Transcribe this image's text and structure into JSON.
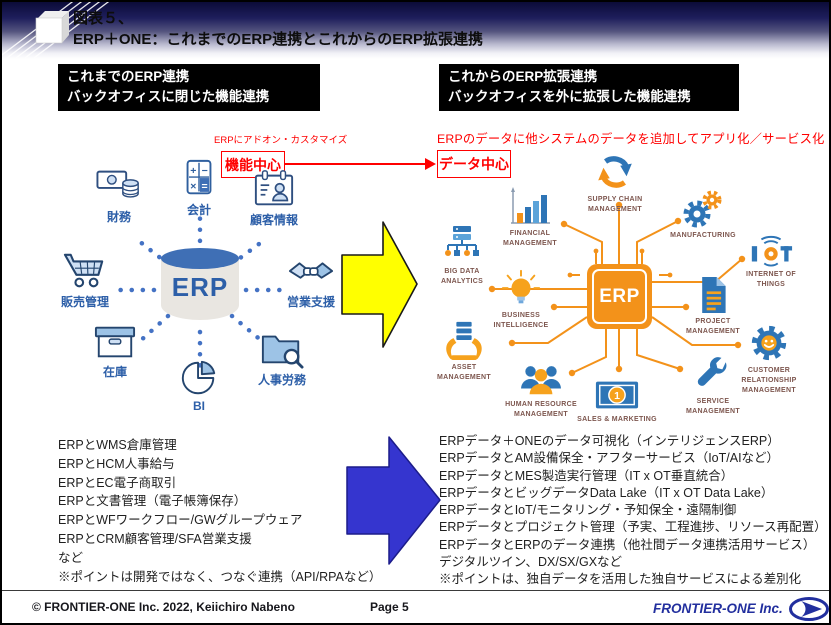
{
  "slide": {
    "header": {
      "figure_label": "図表５、",
      "title": "ERP＋ONE：これまでのERP連携とこれからのERP拡張連携"
    },
    "left": {
      "heading": "これまでのERP連携\nバックオフィスに閉じた機能連携",
      "annotation": "ERPにアドオン・カスタマイズ",
      "concept": "機能中心",
      "hub": "ERP",
      "nodes": [
        {
          "label": "会計",
          "icon": "calculator-icon"
        },
        {
          "label": "財務",
          "icon": "money-coins-icon"
        },
        {
          "label": "顧客情報",
          "icon": "customer-card-icon"
        },
        {
          "label": "販売管理",
          "icon": "shopping-cart-icon"
        },
        {
          "label": "営業支援",
          "icon": "handshake-icon"
        },
        {
          "label": "在庫",
          "icon": "storage-box-icon"
        },
        {
          "label": "人事労務",
          "icon": "folder-search-icon"
        },
        {
          "label": "BI",
          "icon": "pie-chart-icon"
        }
      ],
      "list": [
        "ERPとWMS倉庫管理",
        "ERPとHCM人事給与",
        "ERPとEC電子商取引",
        "ERPと文書管理（電子帳簿保存）",
        "ERPとWFワークフロー/GWグループウェア",
        "ERPとCRM顧客管理/SFA営業支援",
        "など",
        "※ポイントは開発ではなく、つなぐ連携（API/RPAなど）"
      ]
    },
    "right": {
      "heading": "これからのERP拡張連携\nバックオフィスを外に拡張した機能連携",
      "annotation": "ERPのデータに他システムのデータを追加してアプリ化／サービス化",
      "concept": "データ中心",
      "hub": "ERP",
      "nodes": [
        {
          "label": "SUPPLY CHAIN\nMANAGEMENT",
          "icon": "refresh-arrows-icon"
        },
        {
          "label": "FINANCIAL\nMANAGEMENT",
          "icon": "bar-chart-icon"
        },
        {
          "label": "MANUFACTURING",
          "icon": "gears-icon"
        },
        {
          "label": "BIG DATA\nANALYTICS",
          "icon": "data-tree-icon"
        },
        {
          "label": "INTERNET OF\nTHINGS",
          "icon": "iot-icon"
        },
        {
          "label": "BUSINESS\nINTELLIGENCE",
          "icon": "lightbulb-icon"
        },
        {
          "label": "PROJECT\nMANAGEMENT",
          "icon": "document-icon"
        },
        {
          "label": "ASSET\nMANAGEMENT",
          "icon": "hands-server-icon"
        },
        {
          "label": "CUSTOMER\nRELATIONSHIP\nMANAGEMENT",
          "icon": "gear-smile-icon"
        },
        {
          "label": "HUMAN RESOURCE\nMANAGEMENT",
          "icon": "people-icon"
        },
        {
          "label": "SALES & MARKETING",
          "icon": "banknote-icon"
        },
        {
          "label": "SERVICE\nMANAGEMENT",
          "icon": "wrench-icon"
        }
      ],
      "list": [
        "ERPデータ＋ONEのデータ可視化（インテリジェンスERP）",
        "ERPデータとAM設備保全・アフターサービス（IoT/AIなど）",
        "ERPデータとMES製造実行管理（IT x OT垂直統合）",
        "ERPデータとビッグデータData Lake（IT x OT Data Lake）",
        "ERPデータとIoT/モニタリング・予知保全・遠隔制御",
        "ERPデータとプロジェクト管理（予実、工程進捗、リソース再配置）",
        "ERPデータとERPのデータ連携（他社間データ連携活用サービス）",
        "デジタルツイン、DX/SX/GXなど",
        "※ポイントは、独自データを活用した独自サービスによる差別化"
      ]
    },
    "footer": {
      "copyright": "© FRONTIER-ONE Inc. 2022,  Keiichiro  Nabeno",
      "page": "Page 5",
      "logo": "FRONTIER-ONE Inc."
    },
    "colors": {
      "accent_red": "#ff0000",
      "arrow_yellow": "#ffff00",
      "arrow_blue": "#3535cf",
      "left_blue": "#3f6fb5",
      "right_orange": "#f3921a",
      "node_label_brown": "#7d564e"
    }
  }
}
